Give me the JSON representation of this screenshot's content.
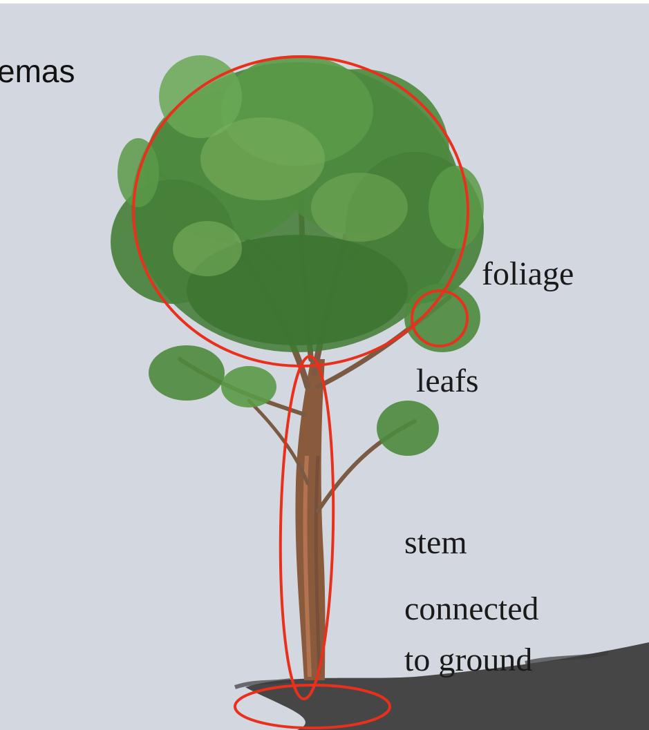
{
  "heading": "emas",
  "labels": {
    "foliage": "foliage",
    "leafs": "leafs",
    "stem": "stem",
    "ground_line1": "connected",
    "ground_line2": "to ground"
  },
  "colors": {
    "background": "#d3d8e0",
    "annotation": "#e8301c",
    "foliage_dark": "#3f7a34",
    "foliage_light": "#7fb35e",
    "trunk": "#8a5a3c",
    "shadow": "#3a3a3a"
  }
}
